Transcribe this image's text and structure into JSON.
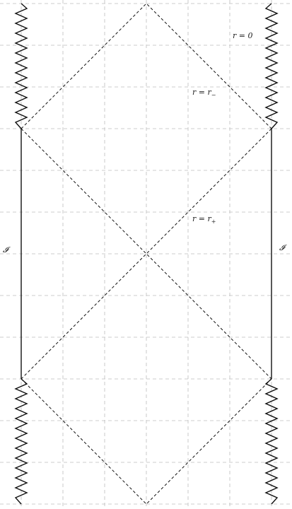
{
  "diagram": {
    "labels": {
      "r_zero": "r = 0",
      "r_minus": "r = r",
      "r_minus_sub": "−",
      "r_plus": "r = r",
      "r_plus_sub": "+",
      "scri_left": "𝓘",
      "scri_right": "𝓘"
    }
  }
}
